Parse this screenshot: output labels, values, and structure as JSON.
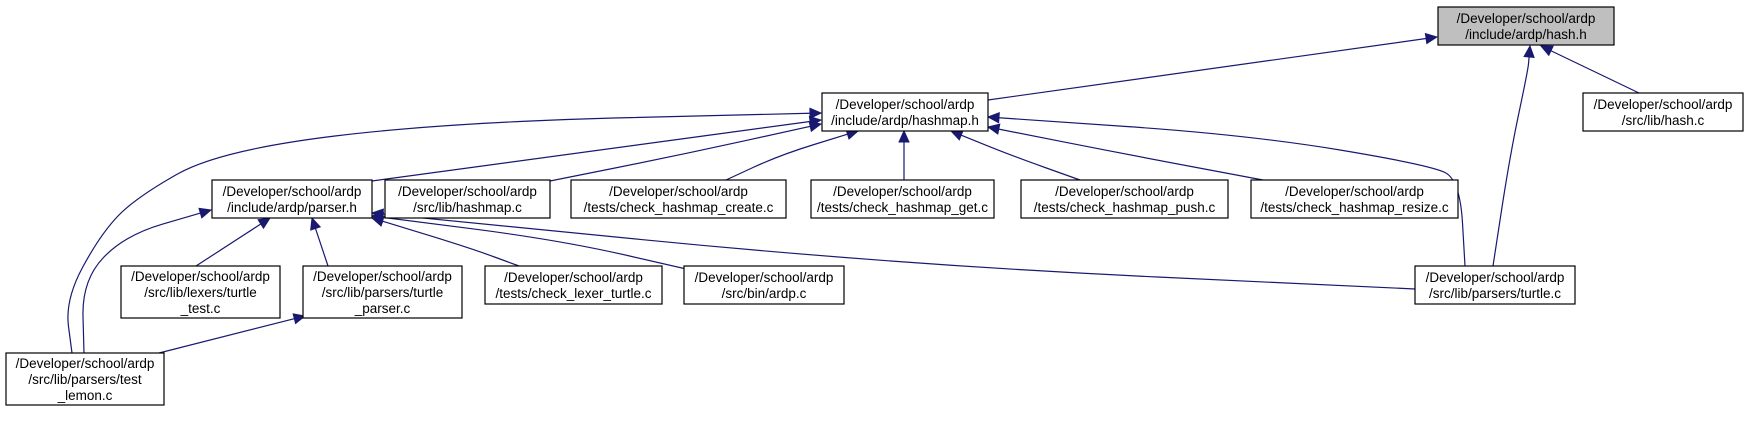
{
  "graph": {
    "title": "",
    "edge_color": "#191970",
    "root_fill": "#bfbfbf",
    "nodes": [
      {
        "id": "hash_h",
        "lines": [
          "/Developer/school/ardp",
          "/include/ardp/hash.h"
        ],
        "root": true
      },
      {
        "id": "hashmap_h",
        "lines": [
          "/Developer/school/ardp",
          "/include/ardp/hashmap.h"
        ]
      },
      {
        "id": "hash_c",
        "lines": [
          "/Developer/school/ardp",
          "/src/lib/hash.c"
        ]
      },
      {
        "id": "parser_h",
        "lines": [
          "/Developer/school/ardp",
          "/include/ardp/parser.h"
        ]
      },
      {
        "id": "hashmap_c",
        "lines": [
          "/Developer/school/ardp",
          "/src/lib/hashmap.c"
        ]
      },
      {
        "id": "check_hashmap_create",
        "lines": [
          "/Developer/school/ardp",
          "/tests/check_hashmap_create.c"
        ]
      },
      {
        "id": "check_hashmap_get",
        "lines": [
          "/Developer/school/ardp",
          "/tests/check_hashmap_get.c"
        ]
      },
      {
        "id": "check_hashmap_push",
        "lines": [
          "/Developer/school/ardp",
          "/tests/check_hashmap_push.c"
        ]
      },
      {
        "id": "check_hashmap_resize",
        "lines": [
          "/Developer/school/ardp",
          "/tests/check_hashmap_resize.c"
        ]
      },
      {
        "id": "lexers_turtle_test",
        "lines": [
          "/Developer/school/ardp",
          "/src/lib/lexers/turtle",
          "_test.c"
        ]
      },
      {
        "id": "parsers_turtle_parser",
        "lines": [
          "/Developer/school/ardp",
          "/src/lib/parsers/turtle",
          "_parser.c"
        ]
      },
      {
        "id": "check_lexer_turtle",
        "lines": [
          "/Developer/school/ardp",
          "/tests/check_lexer_turtle.c"
        ]
      },
      {
        "id": "ardp_c",
        "lines": [
          "/Developer/school/ardp",
          "/src/bin/ardp.c"
        ]
      },
      {
        "id": "parsers_turtle_c",
        "lines": [
          "/Developer/school/ardp",
          "/src/lib/parsers/turtle.c"
        ]
      },
      {
        "id": "parsers_test_lemon",
        "lines": [
          "/Developer/school/ardp",
          "/src/lib/parsers/test",
          "_lemon.c"
        ]
      }
    ],
    "edges": [
      {
        "from": "hashmap_h",
        "to": "hash_h"
      },
      {
        "from": "hash_c",
        "to": "hash_h"
      },
      {
        "from": "parsers_turtle_c",
        "to": "hash_h"
      },
      {
        "from": "parser_h",
        "to": "hashmap_h"
      },
      {
        "from": "hashmap_c",
        "to": "hashmap_h"
      },
      {
        "from": "check_hashmap_create",
        "to": "hashmap_h"
      },
      {
        "from": "check_hashmap_get",
        "to": "hashmap_h"
      },
      {
        "from": "check_hashmap_push",
        "to": "hashmap_h"
      },
      {
        "from": "check_hashmap_resize",
        "to": "hashmap_h"
      },
      {
        "from": "parsers_test_lemon",
        "to": "hashmap_h"
      },
      {
        "from": "parsers_turtle_c",
        "to": "hashmap_h"
      },
      {
        "from": "lexers_turtle_test",
        "to": "parser_h"
      },
      {
        "from": "parsers_turtle_parser",
        "to": "parser_h"
      },
      {
        "from": "check_lexer_turtle",
        "to": "parser_h"
      },
      {
        "from": "ardp_c",
        "to": "parser_h"
      },
      {
        "from": "parsers_turtle_c",
        "to": "parser_h"
      },
      {
        "from": "parsers_test_lemon",
        "to": "parser_h"
      },
      {
        "from": "parsers_test_lemon",
        "to": "parsers_turtle_parser"
      }
    ]
  }
}
